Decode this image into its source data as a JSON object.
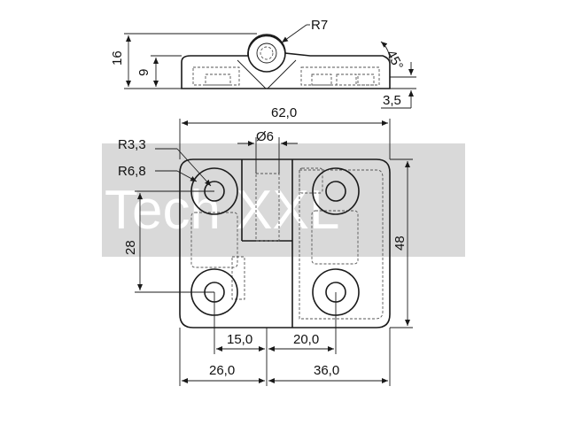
{
  "side_view": {
    "radius_label": "R7",
    "angle_label": "45°",
    "height_total_label": "16",
    "height_leaf_label": "9",
    "thickness_label": "3,5"
  },
  "front_view": {
    "width_label": "62,0",
    "height_label": "48",
    "pin_diameter_label": "Ø6",
    "hole_radius_label": "R3,3",
    "boss_radius_label": "R6,8",
    "hole_vertical_spacing_label": "28",
    "hole_left_spacing_label": "15,0",
    "hole_right_spacing_label": "20,0",
    "left_leaf_width_label": "26,0",
    "right_leaf_width_label": "36,0"
  },
  "watermark": {
    "text": "Tech XXL",
    "color": "#d9d9d9"
  }
}
